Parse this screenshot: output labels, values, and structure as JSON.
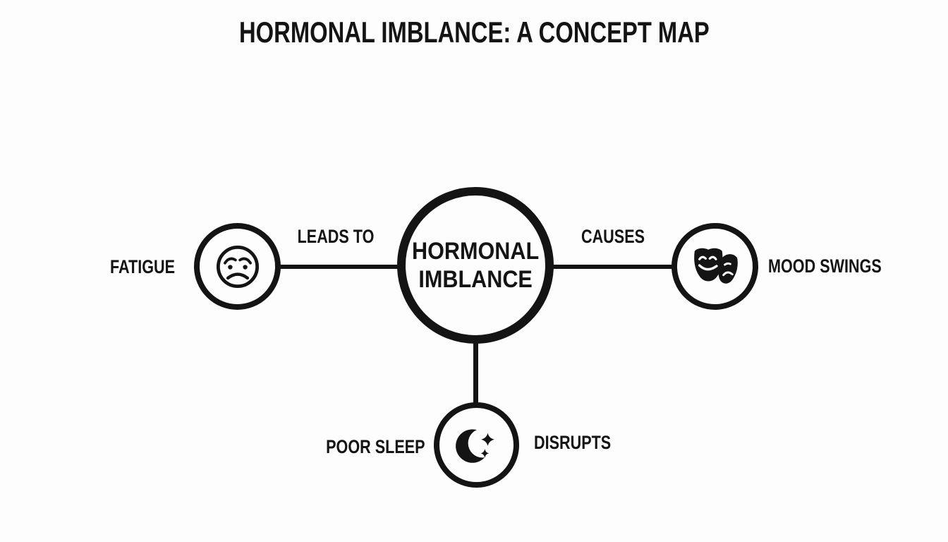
{
  "meta": {
    "background_color": "#fdfdfd",
    "ink_color": "#141414"
  },
  "title": "HORMONAL IMBLANCE: A CONCEPT MAP",
  "diagram": {
    "center": {
      "id": "hormonal-imblance",
      "label": "HORMONAL IMBLANCE",
      "label_lines": [
        "HORMONAL",
        "IMBLANCE"
      ]
    },
    "nodes": [
      {
        "id": "fatigue",
        "label": "FATIGUE",
        "icon": "sad-face-icon",
        "position": "left"
      },
      {
        "id": "mood-swings",
        "label": "MOOD SWINGS",
        "icon": "theater-masks-icon",
        "position": "right"
      },
      {
        "id": "poor-sleep",
        "label": "POOR SLEEP",
        "icon": "crescent-moon-stars-icon",
        "position": "bottom"
      }
    ],
    "edges": [
      {
        "from": "hormonal-imblance",
        "to": "fatigue",
        "label": "LEADS TO"
      },
      {
        "from": "hormonal-imblance",
        "to": "mood-swings",
        "label": "CAUSES"
      },
      {
        "from": "hormonal-imblance",
        "to": "poor-sleep",
        "label": "DISRUPTS"
      }
    ]
  }
}
